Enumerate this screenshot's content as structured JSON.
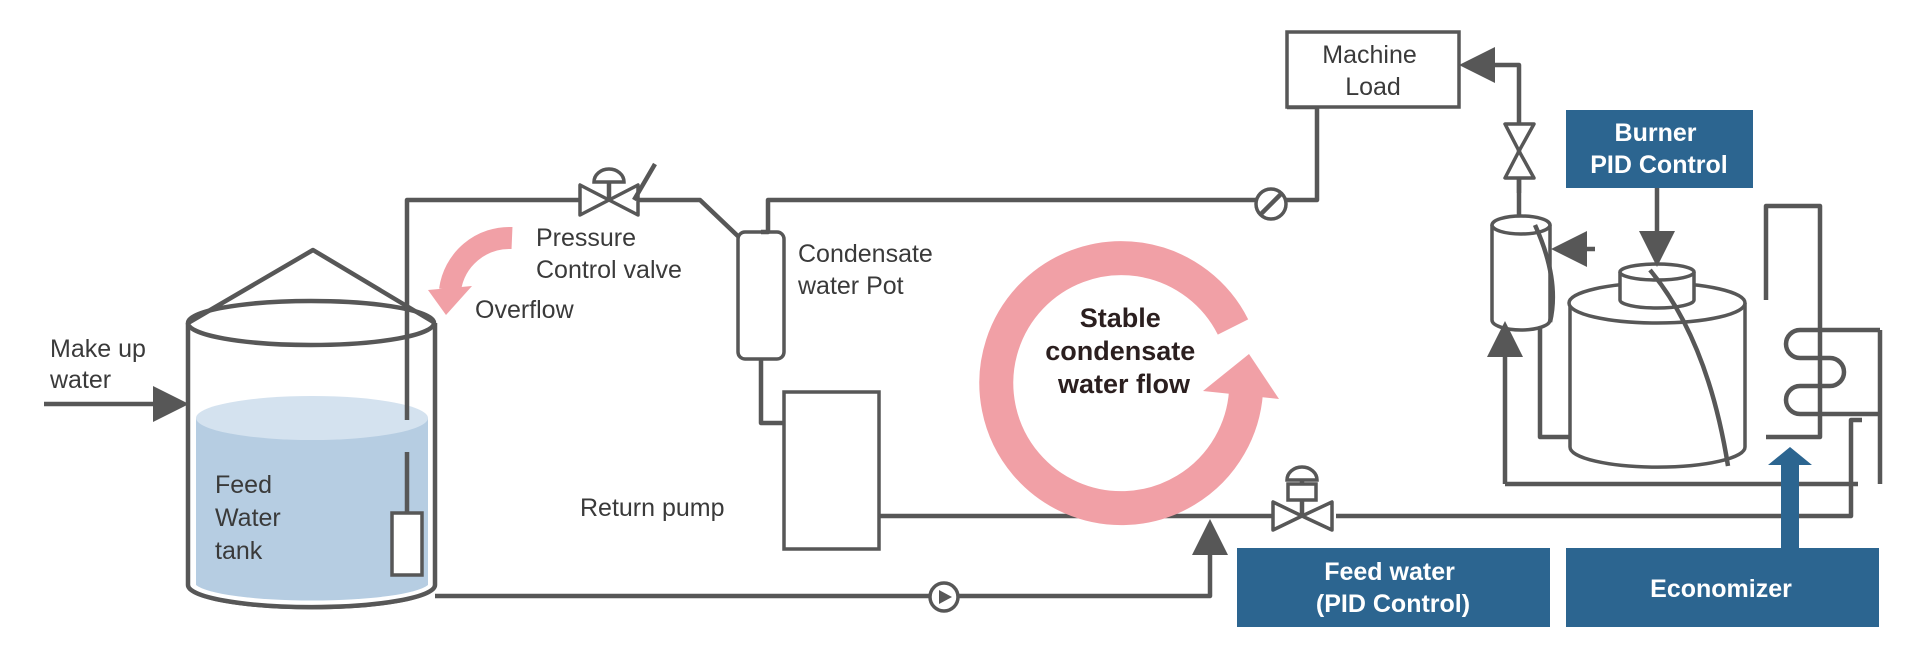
{
  "labels": {
    "make_up_water": [
      "Make up",
      "water"
    ],
    "feed_water_tank": [
      "Feed",
      "Water",
      "tank"
    ],
    "pressure_control_valve": [
      "Pressure",
      "Control valve"
    ],
    "overflow": "Overflow",
    "condensate_water_pot": [
      "Condensate",
      "water Pot"
    ],
    "return_pump": "Return  pump",
    "machine_load": [
      "Machine",
      "Load"
    ],
    "stable_flow": [
      "Stable",
      "condensate",
      "water flow"
    ]
  },
  "control_boxes": {
    "burner": [
      "Burner",
      "PID Control"
    ],
    "feed_water": [
      "Feed water",
      "(PID Control)"
    ],
    "economizer": "Economizer"
  },
  "colors": {
    "pipe": "#575757",
    "water": "#b6cde2",
    "water_surface": "#d4e2ef",
    "accent_pink": "#f1a0a6",
    "control_box": "#2c6590",
    "arrow_blue": "#2c6590",
    "text": "#3a3a3a"
  }
}
